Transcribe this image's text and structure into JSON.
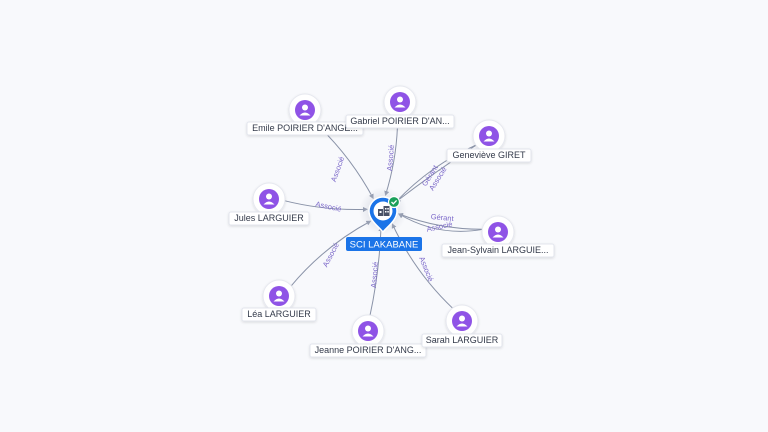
{
  "center": {
    "label": "SCI LAKABANE",
    "icon": "building-icon",
    "badge": "check-icon",
    "colors": {
      "pin": "#1b74e8",
      "badge": "#1aa05a",
      "label_bg": "#1b74e8"
    }
  },
  "colors": {
    "person": "#8f53e6",
    "edge": "#8a93a8",
    "edge_label": "#7b68c9"
  },
  "nodes": [
    {
      "id": "emile",
      "label": "Emile POIRIER D'ANGE...",
      "icon": "person-icon",
      "edges": [
        "Associé"
      ]
    },
    {
      "id": "gabriel",
      "label": "Gabriel POIRIER D'AN...",
      "icon": "person-icon",
      "edges": [
        "Associé"
      ]
    },
    {
      "id": "genevieve",
      "label": "Geneviève GIRET",
      "icon": "person-icon",
      "edges": [
        "Gérant",
        "Associé"
      ]
    },
    {
      "id": "jules",
      "label": "Jules LARGUIER",
      "icon": "person-icon",
      "edges": [
        "Associé"
      ]
    },
    {
      "id": "jeansylvain",
      "label": "Jean-Sylvain LARGUIE...",
      "icon": "person-icon",
      "edges": [
        "Gérant",
        "Associé"
      ]
    },
    {
      "id": "lea",
      "label": "Léa LARGUIER",
      "icon": "person-icon",
      "edges": [
        "Associé"
      ]
    },
    {
      "id": "jeanne",
      "label": "Jeanne POIRIER D'ANG...",
      "icon": "person-icon",
      "edges": [
        "Associé"
      ]
    },
    {
      "id": "sarah",
      "label": "Sarah LARGUIER",
      "icon": "person-icon",
      "edges": [
        "Associé"
      ]
    }
  ]
}
